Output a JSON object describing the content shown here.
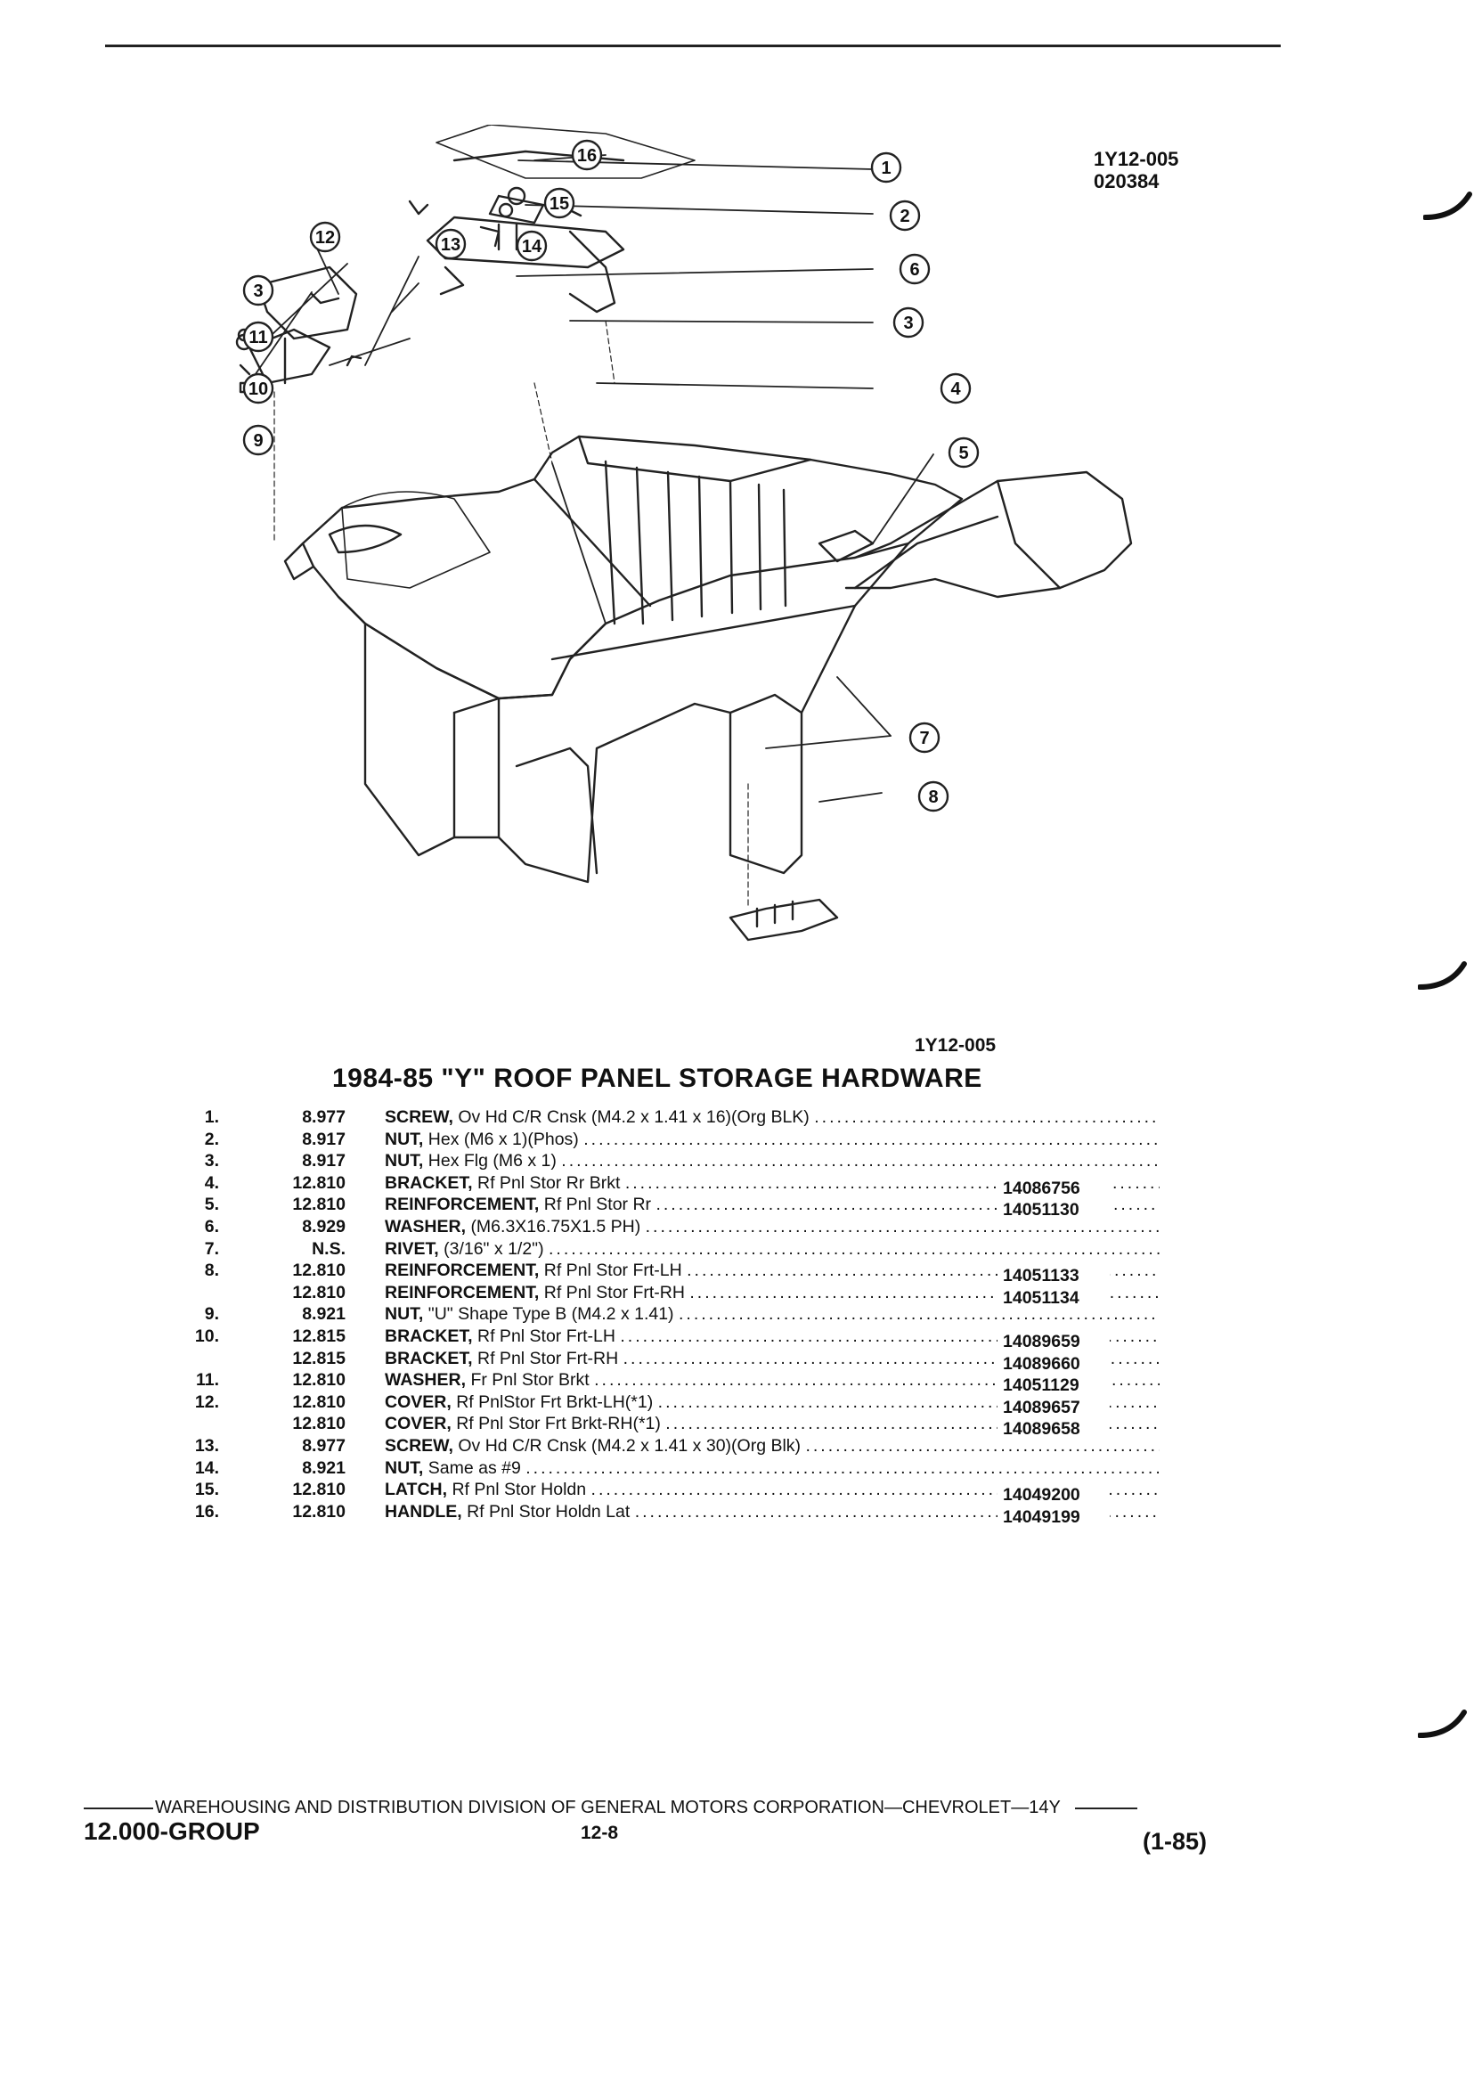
{
  "header": {
    "figure_code": "1Y12-005",
    "figure_date": "020384"
  },
  "diagram": {
    "callouts": [
      "1",
      "2",
      "3",
      "4",
      "5",
      "6",
      "7",
      "8",
      "9",
      "10",
      "11",
      "12",
      "13",
      "14",
      "15",
      "16"
    ]
  },
  "figure_caption": "1Y12-005",
  "section_title": "1984-85 \"Y\" ROOF PANEL STORAGE HARDWARE",
  "parts": [
    {
      "no": "1.",
      "group": "8.977",
      "name": "SCREW,",
      "detail": "Ov Hd C/R Cnsk (M4.2 x 1.41 x 16)(Org BLK)",
      "part_no": ""
    },
    {
      "no": "2.",
      "group": "8.917",
      "name": "NUT,",
      "detail": "Hex (M6 x 1)(Phos)",
      "part_no": ""
    },
    {
      "no": "3.",
      "group": "8.917",
      "name": "NUT,",
      "detail": "Hex Flg (M6 x 1)",
      "part_no": ""
    },
    {
      "no": "4.",
      "group": "12.810",
      "name": "BRACKET,",
      "detail": "Rf Pnl Stor Rr Brkt",
      "part_no": "14086756"
    },
    {
      "no": "5.",
      "group": "12.810",
      "name": "REINFORCEMENT,",
      "detail": "Rf Pnl Stor Rr",
      "part_no": "14051130"
    },
    {
      "no": "6.",
      "group": "8.929",
      "name": "WASHER,",
      "detail": "(M6.3X16.75X1.5 PH)",
      "part_no": ""
    },
    {
      "no": "7.",
      "group": "N.S.",
      "name": "RIVET,",
      "detail": "(3/16\" x 1/2\")",
      "part_no": ""
    },
    {
      "no": "8.",
      "group": "12.810",
      "name": "REINFORCEMENT,",
      "detail": "Rf Pnl Stor Frt-LH",
      "part_no": "14051133"
    },
    {
      "no": "",
      "group": "12.810",
      "name": "REINFORCEMENT,",
      "detail": "Rf Pnl Stor Frt-RH",
      "part_no": "14051134"
    },
    {
      "no": "9.",
      "group": "8.921",
      "name": "NUT,",
      "detail": "\"U\" Shape Type B (M4.2 x 1.41)",
      "part_no": ""
    },
    {
      "no": "10.",
      "group": "12.815",
      "name": "BRACKET,",
      "detail": "Rf Pnl Stor Frt-LH",
      "part_no": "14089659"
    },
    {
      "no": "",
      "group": "12.815",
      "name": "BRACKET,",
      "detail": "Rf Pnl Stor Frt-RH",
      "part_no": "14089660"
    },
    {
      "no": "11.",
      "group": "12.810",
      "name": "WASHER,",
      "detail": "Fr Pnl Stor Brkt",
      "part_no": "14051129"
    },
    {
      "no": "12.",
      "group": "12.810",
      "name": "COVER,",
      "detail": "Rf PnlStor Frt Brkt-LH(*1)",
      "part_no": "14089657"
    },
    {
      "no": "",
      "group": "12.810",
      "name": "COVER,",
      "detail": "Rf Pnl Stor Frt Brkt-RH(*1)",
      "part_no": "14089658"
    },
    {
      "no": "13.",
      "group": "8.977",
      "name": "SCREW,",
      "detail": "Ov Hd C/R Cnsk (M4.2 x 1.41 x 30)(Org Blk)",
      "part_no": ""
    },
    {
      "no": "14.",
      "group": "8.921",
      "name": "NUT,",
      "detail": "Same as #9",
      "part_no": ""
    },
    {
      "no": "15.",
      "group": "12.810",
      "name": "LATCH,",
      "detail": "Rf Pnl Stor Holdn",
      "part_no": "14049200"
    },
    {
      "no": "16.",
      "group": "12.810",
      "name": "HANDLE,",
      "detail": "Rf Pnl Stor Holdn Lat",
      "part_no": "14049199"
    }
  ],
  "footer": {
    "publisher": "WAREHOUSING AND DISTRIBUTION  DIVISION OF GENERAL MOTORS CORPORATION—CHEVROLET—14Y",
    "group": "12.000-GROUP",
    "page": "12-8",
    "revision": "(1-85)"
  }
}
